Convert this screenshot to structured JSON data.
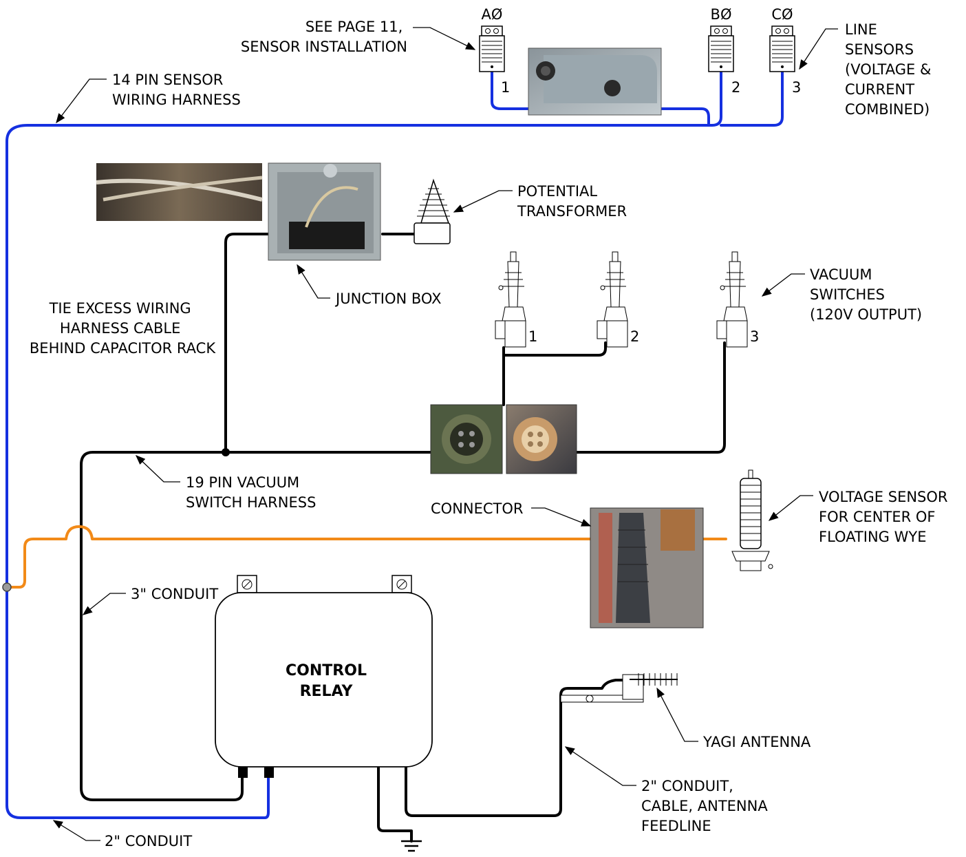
{
  "labels": {
    "see_page": [
      "SEE PAGE 11,",
      "SENSOR INSTALLATION"
    ],
    "sensor_harness": [
      "14 PIN SENSOR",
      "WIRING HARNESS"
    ],
    "line_sensors": [
      "LINE",
      "SENSORS",
      "(VOLTAGE &",
      "CURRENT",
      "COMBINED)"
    ],
    "potential_transformer": [
      "POTENTIAL",
      "TRANSFORMER"
    ],
    "junction_box": "JUNCTION BOX",
    "tie_excess": [
      "TIE EXCESS WIRING",
      "HARNESS CABLE",
      "BEHIND CAPACITOR RACK"
    ],
    "vacuum_switches": [
      "VACUUM",
      "SWITCHES",
      "(120V OUTPUT)"
    ],
    "vacuum_harness": [
      "19 PIN VACUUM",
      "SWITCH HARNESS"
    ],
    "connector": "CONNECTOR",
    "voltage_sensor": [
      "VOLTAGE SENSOR",
      "FOR CENTER OF",
      "FLOATING WYE"
    ],
    "conduit_3": "3\" CONDUIT",
    "control_relay": [
      "CONTROL",
      "RELAY"
    ],
    "yagi": "YAGI ANTENNA",
    "conduit_2_antenna": [
      "2\" CONDUIT,",
      "CABLE, ANTENNA",
      "FEEDLINE"
    ],
    "conduit_2": "2\" CONDUIT"
  },
  "phases": [
    "AØ",
    "BØ",
    "CØ"
  ],
  "line_sensor_numbers": [
    "1",
    "2",
    "3"
  ],
  "vacuum_switch_numbers": [
    "1",
    "2",
    "3"
  ],
  "colors": {
    "sensor_harness": "#1530e0",
    "vacuum_harness": "#000000",
    "voltage_sensor_wire": "#f28a18"
  }
}
